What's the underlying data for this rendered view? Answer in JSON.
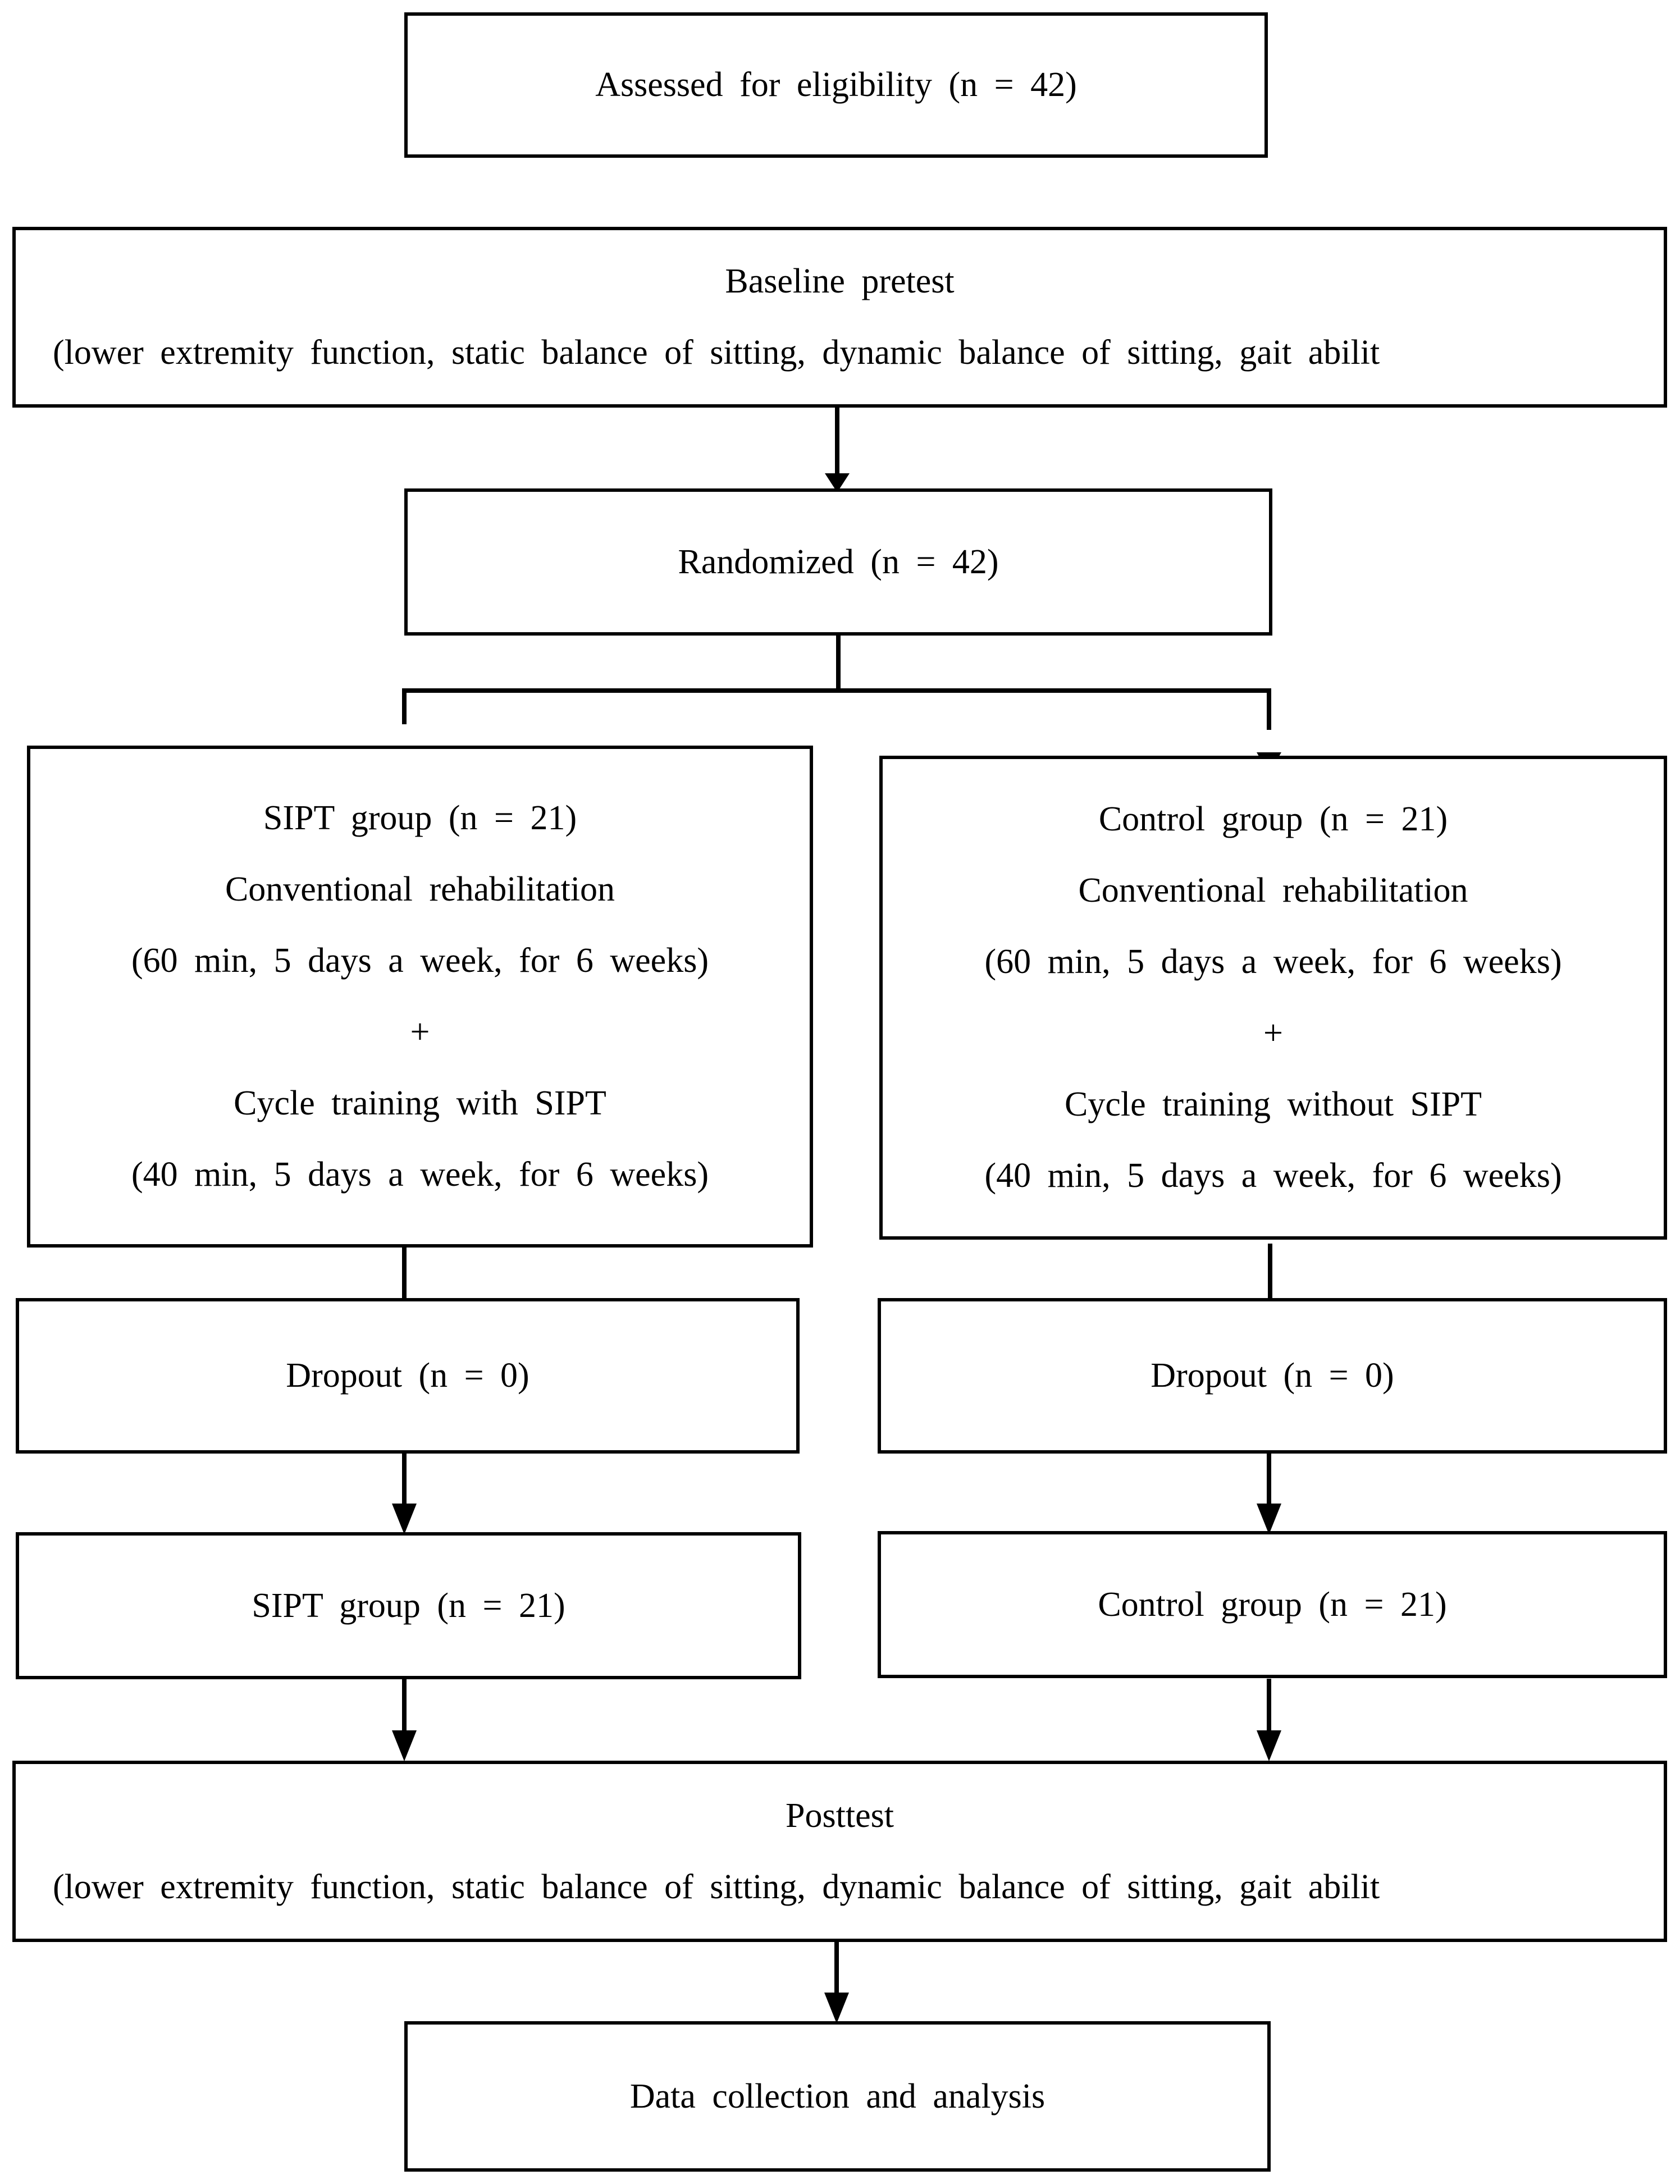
{
  "boxes": {
    "eligibility": "Assessed for eligibility (n = 42)",
    "baseline": {
      "title": "Baseline pretest",
      "detail": "(lower extremity function, static balance of sitting, dynamic balance of sitting, gait abilit"
    },
    "randomized": "Randomized (n = 42)",
    "sipt_group": {
      "lines": [
        "SIPT group (n = 21)",
        "Conventional rehabilitation",
        "(60 min, 5 days a week, for 6 weeks)",
        "+",
        "Cycle training with SIPT",
        "(40 min, 5 days a week, for 6 weeks)"
      ]
    },
    "control_group": {
      "lines": [
        "Control group (n = 21)",
        "Conventional rehabilitation",
        "(60 min, 5 days a week, for 6 weeks)",
        "+",
        "Cycle training without SIPT",
        "(40 min, 5 days a week, for 6 weeks)"
      ]
    },
    "dropout_left": "Dropout (n = 0)",
    "dropout_right": "Dropout (n = 0)",
    "sipt_final": "SIPT group (n = 21)",
    "control_final": "Control group (n = 21)",
    "posttest": {
      "title": "Posttest",
      "detail": "(lower extremity function, static balance of sitting, dynamic balance of sitting, gait abilit"
    },
    "analysis": "Data collection and analysis"
  }
}
